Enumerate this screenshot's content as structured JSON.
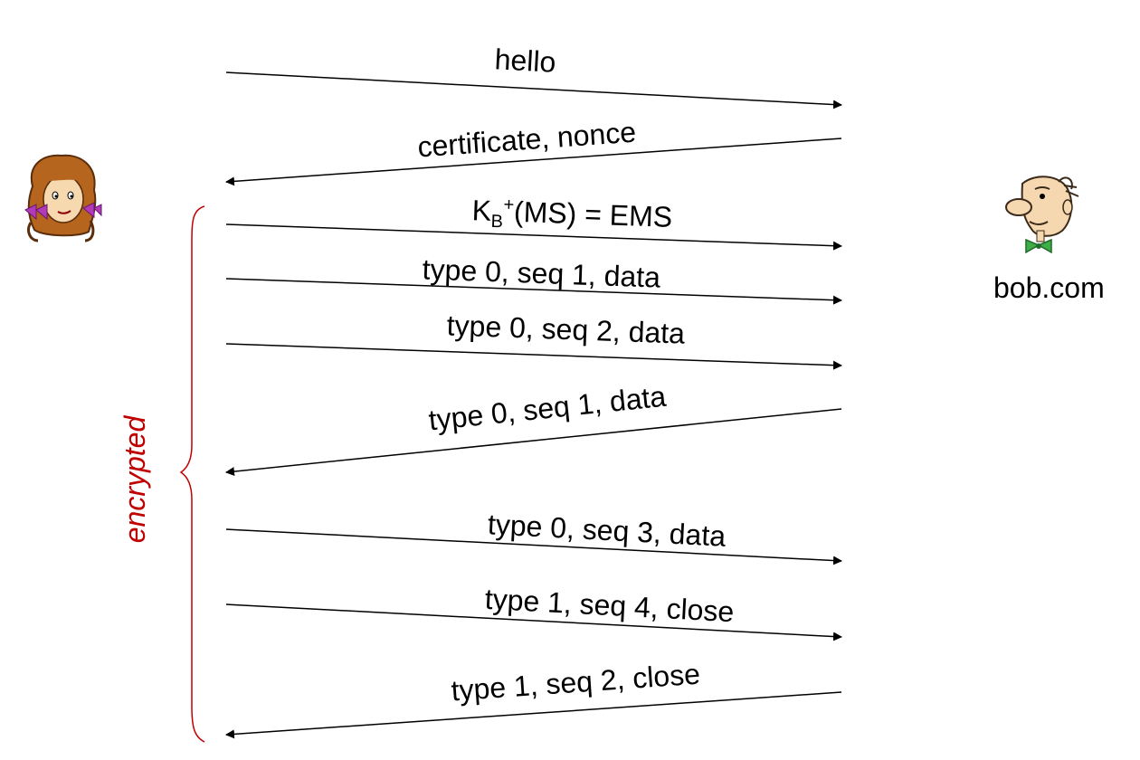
{
  "participants": {
    "alice": {
      "icon": "alice-avatar"
    },
    "bob": {
      "icon": "bob-avatar",
      "label": "bob.com"
    }
  },
  "colors": {
    "arrow": "#000000",
    "brace": "#c00000",
    "brace_label": "#c00000"
  },
  "encrypted_label": "encrypted",
  "ems_label": {
    "key": "K",
    "subscript": "B",
    "superscript": "+",
    "rest": "(MS) = EMS"
  },
  "messages": [
    {
      "direction": "alice-to-bob",
      "label": "hello"
    },
    {
      "direction": "bob-to-alice",
      "label": "certificate, nonce"
    },
    {
      "direction": "alice-to-bob",
      "label": "",
      "uses_ems_label": true
    },
    {
      "direction": "alice-to-bob",
      "label": "type 0, seq 1, data"
    },
    {
      "direction": "alice-to-bob",
      "label": "type 0, seq 2, data"
    },
    {
      "direction": "bob-to-alice",
      "label": "type 0, seq 1, data"
    },
    {
      "direction": "alice-to-bob",
      "label": "type 0, seq 3, data"
    },
    {
      "direction": "alice-to-bob",
      "label": "type 1, seq 4, close"
    },
    {
      "direction": "bob-to-alice",
      "label": "type 1, seq 2, close"
    }
  ]
}
